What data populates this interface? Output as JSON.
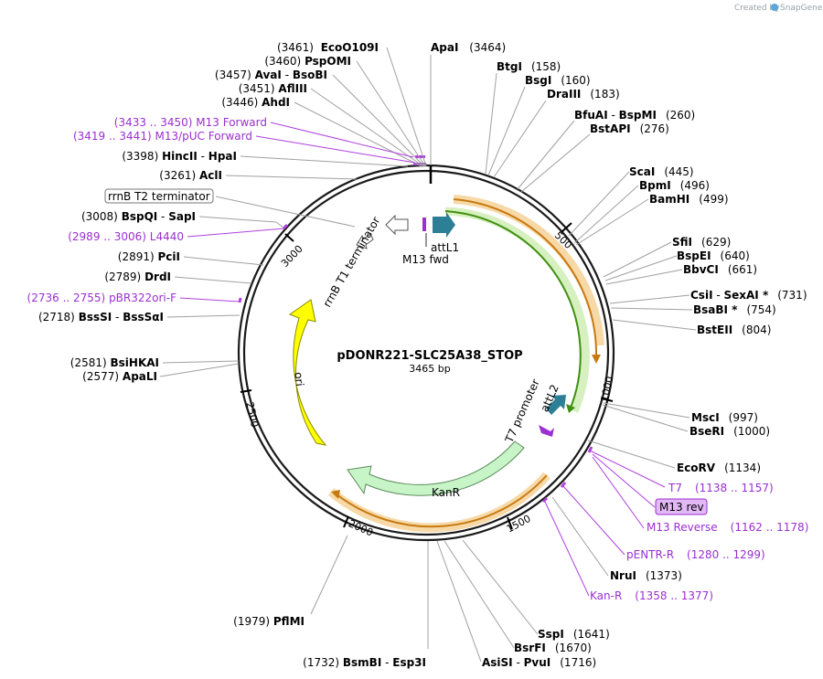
{
  "credit": "Created by",
  "brand": "SnapGene",
  "plasmid": {
    "name": "pDONR221-SLC25A38_STOP",
    "length": "3465 bp"
  },
  "ticks": [
    "500",
    "1000",
    "1500",
    "2000",
    "2500",
    "3000"
  ],
  "features": {
    "rrnb_t1": "rrnB T1 terminator",
    "attl1": "attL1",
    "m13fwd": "M13 fwd",
    "t7promoter": "T7 promoter",
    "attl2": "attL2",
    "kanr": "KanR",
    "ori": "ori"
  },
  "boxed": {
    "rrnb_t2": "rrnB T2 terminator",
    "m13rev": "M13 rev"
  },
  "enzymes_left": [
    {
      "pos": "(3461)",
      "name": "EcoO109I"
    },
    {
      "pos": "(3460)",
      "name": "PspOMI"
    },
    {
      "pos": "(3457)",
      "name": "AvaI",
      "alt": "BsoBI"
    },
    {
      "pos": "(3451)",
      "name": "AflIII"
    },
    {
      "pos": "(3446)",
      "name": "AhdI"
    },
    {
      "pos": "(3398)",
      "name": "HincII",
      "alt": "HpaI"
    },
    {
      "pos": "(3261)",
      "name": "AclI"
    },
    {
      "pos": "(3008)",
      "name": "BspQI",
      "alt": "SapI"
    },
    {
      "pos": "(2891)",
      "name": "PciI"
    },
    {
      "pos": "(2789)",
      "name": "DrdI"
    },
    {
      "pos": "(2718)",
      "name": "BssSI",
      "alt": "BssSαI"
    },
    {
      "pos": "(2581)",
      "name": "BsiHKAI"
    },
    {
      "pos": "(2577)",
      "name": "ApaLI"
    },
    {
      "pos": "(1979)",
      "name": "PflMI"
    },
    {
      "pos": "(1732)",
      "name": "BsmBI",
      "alt": "Esp3I"
    }
  ],
  "primers_left": [
    {
      "range": "(3433 .. 3450)",
      "name": "M13 Forward"
    },
    {
      "range": "(3419 .. 3441)",
      "name": "M13/pUC Forward"
    },
    {
      "range": "(2989 .. 3006)",
      "name": "L4440"
    },
    {
      "range": "(2736 .. 2755)",
      "name": "pBR322ori-F"
    }
  ],
  "enzymes_right": [
    {
      "name": "ApaI",
      "pos": "(3464)"
    },
    {
      "name": "BtgI",
      "pos": "(158)"
    },
    {
      "name": "BsgI",
      "pos": "(160)"
    },
    {
      "name": "DraIII",
      "pos": "(183)"
    },
    {
      "name": "BfuAI",
      "alt": "BspMI",
      "pos": "(260)"
    },
    {
      "name": "BstAPI",
      "pos": "(276)"
    },
    {
      "name": "ScaI",
      "pos": "(445)"
    },
    {
      "name": "BpmI",
      "pos": "(496)"
    },
    {
      "name": "BamHI",
      "pos": "(499)"
    },
    {
      "name": "SfiI",
      "pos": "(629)"
    },
    {
      "name": "BspEI",
      "pos": "(640)"
    },
    {
      "name": "BbvCI",
      "pos": "(661)"
    },
    {
      "name": "CsiI",
      "alt": "SexAI *",
      "pos": "(731)"
    },
    {
      "name": "BsaBI *",
      "pos": "(754)"
    },
    {
      "name": "BstEII",
      "pos": "(804)"
    },
    {
      "name": "MscI",
      "pos": "(997)"
    },
    {
      "name": "BseRI",
      "pos": "(1000)"
    },
    {
      "name": "EcoRV",
      "pos": "(1134)"
    },
    {
      "name": "NruI",
      "pos": "(1373)"
    },
    {
      "name": "SspI",
      "pos": "(1641)"
    },
    {
      "name": "BsrFI",
      "pos": "(1670)"
    },
    {
      "name": "AsiSI",
      "alt": "PvuI",
      "pos": "(1716)"
    }
  ],
  "primers_right": [
    {
      "name": "T7",
      "range": "(1138 .. 1157)"
    },
    {
      "name": "M13 Reverse",
      "range": "(1162 .. 1178)"
    },
    {
      "name": "pENTR-R",
      "range": "(1280 .. 1299)"
    },
    {
      "name": "Kan-R",
      "range": "(1358 .. 1377)"
    }
  ],
  "colors": {
    "backbone": "#1a1a1a",
    "orange": "#e8a23c",
    "green": "#4caf1a",
    "ori": "#ffff00",
    "kanr": "#c8f5c8",
    "teal": "#2c7f95",
    "primer": "#b040e0"
  }
}
